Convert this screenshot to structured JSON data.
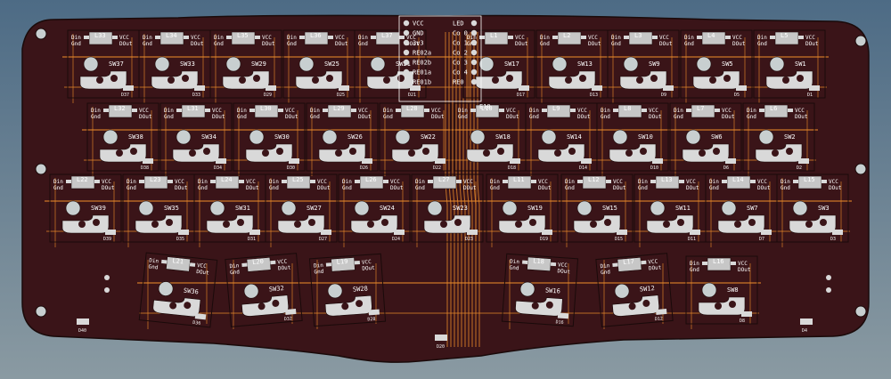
{
  "board": {
    "colors": {
      "background_top": "#4d6b85",
      "background_bottom": "#8a9aa2",
      "pcb": "#3a1418",
      "copper_trace": "#e8892a",
      "pad": "#d9d9d9",
      "silkscreen": "#ffffff",
      "courtyard": "#1a0a0a",
      "led_body": "#c7c7c7"
    },
    "mcu_pins_left": [
      "VCC",
      "GND",
      "3v3",
      "RE02a",
      "RE02b",
      "RE01a",
      "RE01b"
    ],
    "mcu_pins_right": [
      "LED",
      "Co 0",
      "Co 1",
      "Co 2",
      "Co 3",
      "Co 4",
      "RE0"
    ],
    "mcu_bottom_label": "E10",
    "led_pin_labels": {
      "din": "Din",
      "gnd": "Gnd",
      "vcc": "VCC",
      "dout": "DOut"
    },
    "rows": [
      {
        "keys": [
          {
            "sw": "SW37",
            "led": "L33",
            "diode": "D37"
          },
          {
            "sw": "SW33",
            "led": "L34",
            "diode": "D33"
          },
          {
            "sw": "SW29",
            "led": "L35",
            "diode": "D29"
          },
          {
            "sw": "SW25",
            "led": "L36",
            "diode": "D25"
          },
          {
            "sw": "SW21",
            "led": "L37",
            "diode": "D21"
          },
          {
            "sw": "SW17",
            "led": "L1",
            "diode": "D17"
          },
          {
            "sw": "SW13",
            "led": "L2",
            "diode": "D13"
          },
          {
            "sw": "SW9",
            "led": "L3",
            "diode": "D9"
          },
          {
            "sw": "SW5",
            "led": "L4",
            "diode": "D5"
          },
          {
            "sw": "SW1",
            "led": "L5",
            "diode": "D1"
          }
        ]
      },
      {
        "keys": [
          {
            "sw": "SW38",
            "led": "L32",
            "diode": "D38"
          },
          {
            "sw": "SW34",
            "led": "L31",
            "diode": "D34"
          },
          {
            "sw": "SW30",
            "led": "L30",
            "diode": "D30"
          },
          {
            "sw": "SW26",
            "led": "L29",
            "diode": "D26"
          },
          {
            "sw": "SW22",
            "led": "L28",
            "diode": "D22"
          },
          {
            "sw": "SW18",
            "led": "L10",
            "diode": "D18"
          },
          {
            "sw": "SW14",
            "led": "L9",
            "diode": "D14"
          },
          {
            "sw": "SW10",
            "led": "L8",
            "diode": "D10"
          },
          {
            "sw": "SW6",
            "led": "L7",
            "diode": "D6"
          },
          {
            "sw": "SW2",
            "led": "L6",
            "diode": "D2"
          }
        ]
      },
      {
        "keys": [
          {
            "sw": "SW39",
            "led": "L22",
            "diode": "D39"
          },
          {
            "sw": "SW35",
            "led": "L23",
            "diode": "D35"
          },
          {
            "sw": "SW31",
            "led": "L24",
            "diode": "D31"
          },
          {
            "sw": "SW27",
            "led": "L25",
            "diode": "D27"
          },
          {
            "sw": "SW24",
            "led": "L26",
            "diode": "D24"
          },
          {
            "sw": "SW23",
            "led": "L27",
            "diode": "D23"
          },
          {
            "sw": "SW19",
            "led": "L11",
            "diode": "D19"
          },
          {
            "sw": "SW15",
            "led": "L12",
            "diode": "D15"
          },
          {
            "sw": "SW11",
            "led": "L13",
            "diode": "D11"
          },
          {
            "sw": "SW7",
            "led": "L14",
            "diode": "D7"
          },
          {
            "sw": "SW3",
            "led": "L15",
            "diode": "D3"
          }
        ]
      },
      {
        "keys": [
          {
            "sw": "SW36",
            "led": "L21",
            "diode": "D36"
          },
          {
            "sw": "SW32",
            "led": "L20",
            "diode": "D32"
          },
          {
            "sw": "SW28",
            "led": "L19",
            "diode": "D28"
          },
          {
            "sw": "SW16",
            "led": "L18",
            "diode": "D16"
          },
          {
            "sw": "SW12",
            "led": "L17",
            "diode": "D12"
          },
          {
            "sw": "SW8",
            "led": "L16",
            "diode": "D8"
          }
        ]
      }
    ],
    "extra_diodes": [
      "D40",
      "D20",
      "D4"
    ]
  }
}
